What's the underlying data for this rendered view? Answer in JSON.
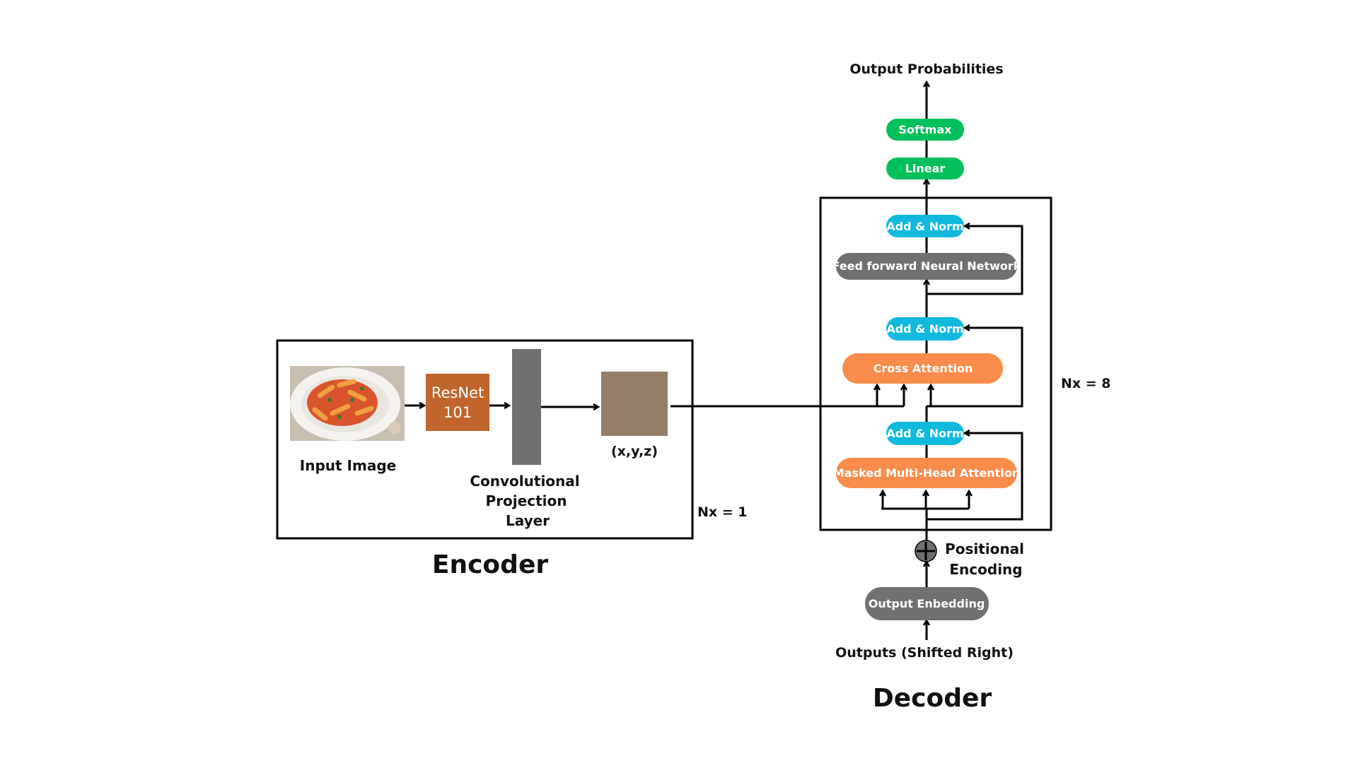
{
  "encoder": {
    "title": "Encoder",
    "input_label": "Input Image",
    "resnet_line1": "ResNet",
    "resnet_line2": "101",
    "conv_line1": "Convolutional",
    "conv_line2": "Projection",
    "conv_line3": "Layer",
    "feature_label": "(x,y,z)",
    "repeat": "Nx = 1"
  },
  "decoder": {
    "title": "Decoder",
    "output_probabilities": "Output Probabilities",
    "softmax": "Softmax",
    "linear": "Linear",
    "add_norm_top": "Add & Norm",
    "feed_forward": "Feed forward Neural Network",
    "add_norm_mid": "Add & Norm",
    "cross_attention": "Cross Attention",
    "add_norm_bottom": "Add & Norm",
    "masked_attention": "Masked Multi-Head Attention",
    "repeat": "Nx = 8",
    "positional_line1": "Positional",
    "positional_line2": "Encoding",
    "output_embedding": "Output Enbedding",
    "outputs_shifted": "Outputs (Shifted Right)"
  },
  "colors": {
    "green": "#00c05a",
    "cyan": "#11b9dd",
    "orange": "#fa8c4b",
    "gray": "#707070",
    "resnet": "#c2652c",
    "feature": "#957e68"
  }
}
